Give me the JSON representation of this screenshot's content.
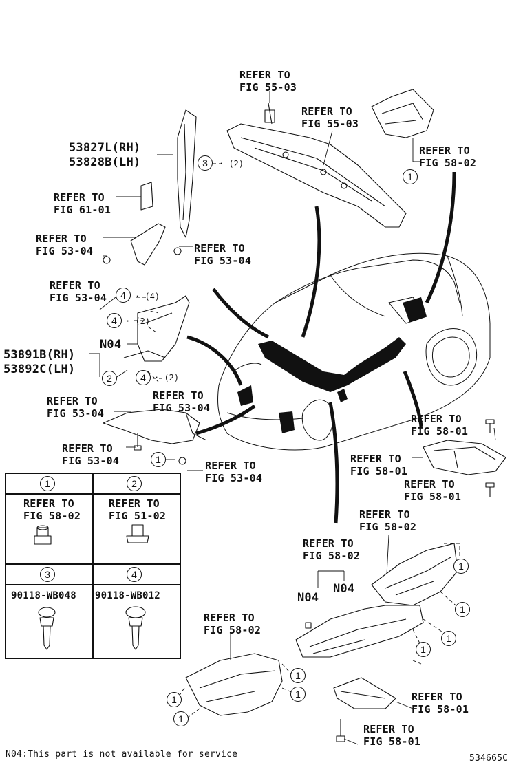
{
  "diagram_id": "534665C",
  "footnote": "N04:This part is not available for service",
  "part_numbers": {
    "seal_rh": "53827L(RH)",
    "seal_lh": "53828B(LH)",
    "shield_rh": "53891B(RH)",
    "shield_lh": "53892C(LH)"
  },
  "codes": {
    "n04": "N04"
  },
  "refs": {
    "r1": [
      "REFER TO",
      "FIG 55-03"
    ],
    "r2": [
      "REFER TO",
      "FIG 55-03"
    ],
    "r3": [
      "REFER TO",
      "FIG 58-02"
    ],
    "r4": [
      "REFER TO",
      "FIG 61-01"
    ],
    "r5": [
      "REFER TO",
      "FIG 53-04"
    ],
    "r6": [
      "REFER TO",
      "FIG 53-04"
    ],
    "r7": [
      "REFER TO",
      "FIG 53-04"
    ],
    "r8": [
      "REFER TO",
      "FIG 53-04"
    ],
    "r9": [
      "REFER TO",
      "FIG 53-04"
    ],
    "r10": [
      "REFER TO",
      "FIG 53-04"
    ],
    "r11": [
      "REFER TO",
      "FIG 53-04"
    ],
    "r12": [
      "REFER TO",
      "FIG 58-01"
    ],
    "r13": [
      "REFER TO",
      "FIG 58-01"
    ],
    "r14": [
      "REFER TO",
      "FIG 58-01"
    ],
    "r15": [
      "REFER TO",
      "FIG 58-02"
    ],
    "r16": [
      "REFER TO",
      "FIG 58-02"
    ],
    "r17": [
      "REFER TO",
      "FIG 58-02"
    ],
    "r18": [
      "REFER TO",
      "FIG 58-01"
    ],
    "r19": [
      "REFER TO",
      "FIG 58-01"
    ]
  },
  "callouts": {
    "c1": "1",
    "c2": "2",
    "c3": "3",
    "c4": "4"
  },
  "quantities": {
    "q2": "(2)",
    "q4": "(4)"
  },
  "legend": {
    "cells": [
      {
        "num": "1",
        "line1": "REFER TO",
        "line2": "FIG 58-02"
      },
      {
        "num": "2",
        "line1": "REFER TO",
        "line2": "FIG 51-02"
      },
      {
        "num": "3",
        "line1": "90118-WB048"
      },
      {
        "num": "4",
        "line1": "90118-WB012"
      }
    ]
  }
}
